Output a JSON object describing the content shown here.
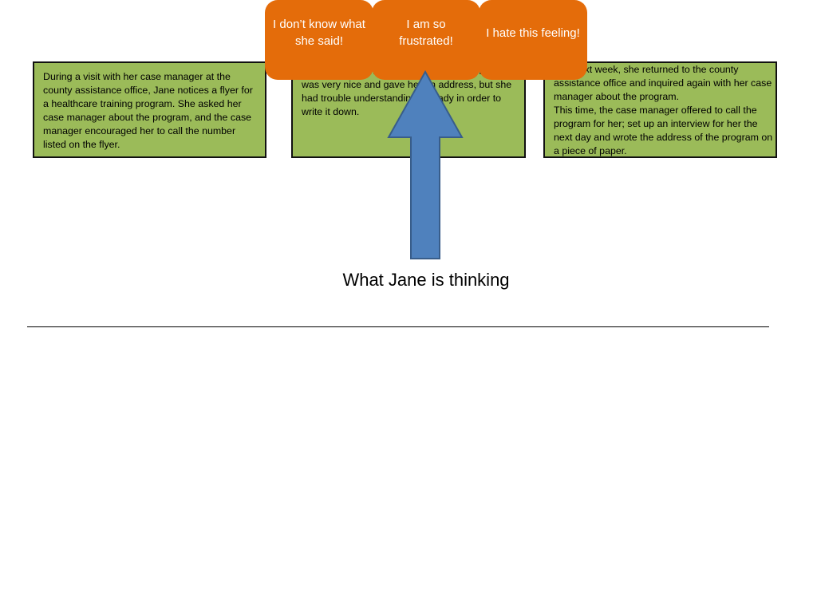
{
  "story_boxes": [
    {
      "text": "During a visit with her case manager at the county assistance office, Jane notices a flyer for a healthcare training program.  She asked her case manager about the program, and the case manager encouraged her to call the number listed on the flyer."
    },
    {
      "text": "Feeling unsure about the phone call,\nshe waited two weeks before calling the program. When she did finally call, the individual on the line was very nice and gave her an address, but she had trouble understanding the lady in order to write it down."
    },
    {
      "text": "The next week, she returned to the county assistance office and inquired again with her case manager about the program.\nThis time, the case manager offered to call the program for her; set up an interview for her the next day and wrote the address of the program on a piece of paper."
    }
  ],
  "thoughts": [
    {
      "text": "I don’t know what she said!"
    },
    {
      "text": "I am so frustrated!"
    },
    {
      "text": "I hate this feeling!"
    }
  ],
  "caption": "What Jane is thinking",
  "colors": {
    "story_box_fill": "#9bbb59",
    "thought_fill": "#e46c0a",
    "arrow_fill": "#4f81bd",
    "arrow_stroke": "#385d8a"
  },
  "icons": {
    "arrow": "up-arrow"
  }
}
